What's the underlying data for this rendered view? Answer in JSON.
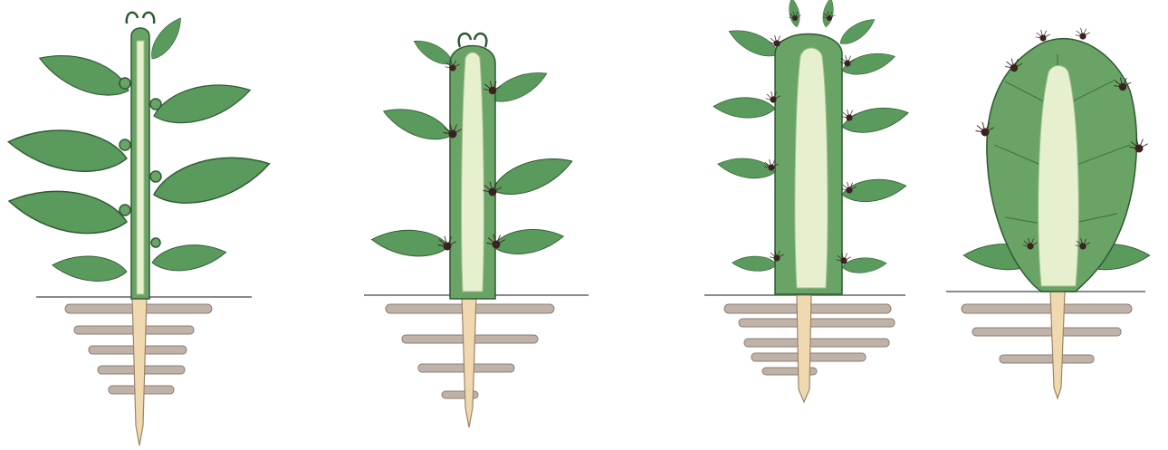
{
  "figure": {
    "stages": [
      {
        "id": "stage-1",
        "form": "leafy-shrub"
      },
      {
        "id": "stage-2",
        "form": "reduced-leaves-thickened-stem"
      },
      {
        "id": "stage-3",
        "form": "columnar-succulent-stem"
      },
      {
        "id": "stage-4",
        "form": "flattened-pad-stem"
      }
    ],
    "colors": {
      "leaf": "#5a9a5c",
      "leaf_vein": "#3f7a44",
      "stem": "#6aa366",
      "stem_core": "#e6f0cf",
      "areole": "#3a2222",
      "root_main": "#f0d9b0",
      "root_lateral": "#bfb2a8",
      "ground": "#8a8a8a",
      "outline": "#2f5a33"
    }
  }
}
